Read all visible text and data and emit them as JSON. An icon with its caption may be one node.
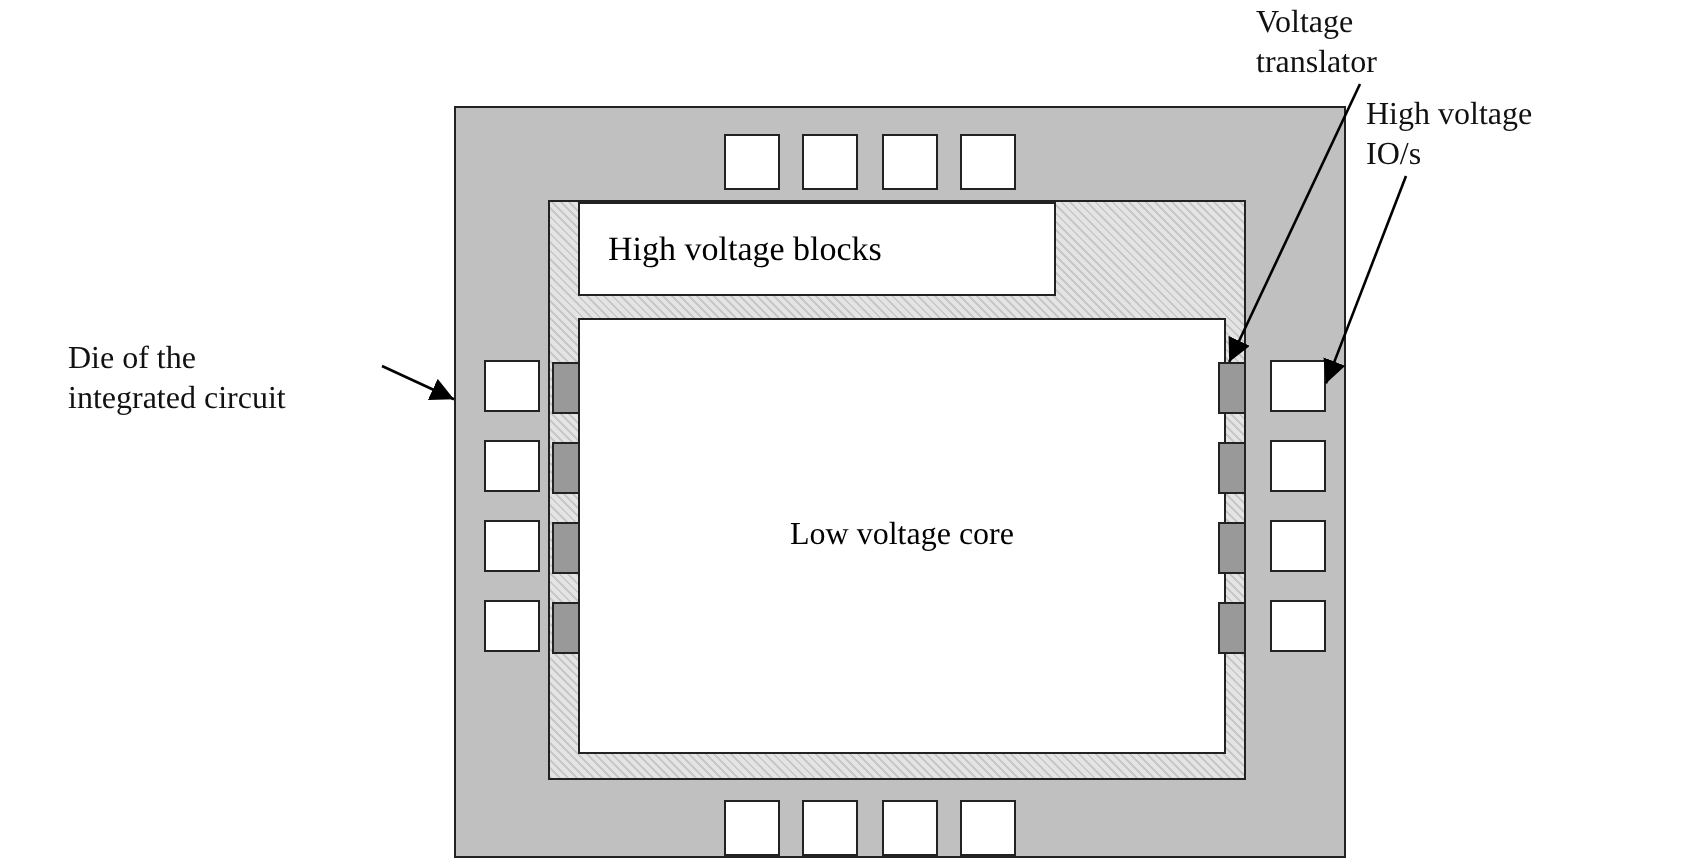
{
  "diagram": {
    "nodes": [
      {
        "text": [],
        "shape": "box"
      },
      {
        "text": [],
        "shape": "box",
        "in": 0
      },
      {
        "text": [
          "High voltage blocks"
        ],
        "in": 1
      },
      {
        "text": [
          "Low voltage core"
        ],
        "in": 1
      },
      {
        "text": [],
        "shape": "box",
        "in": 0
      },
      {
        "text": [],
        "shape": "box",
        "in": 0
      },
      {
        "text": [],
        "shape": "box",
        "in": 0
      },
      {
        "text": [],
        "shape": "box",
        "in": 0
      },
      {
        "text": [],
        "shape": "box",
        "in": 0
      },
      {
        "text": [],
        "shape": "box",
        "in": 0
      },
      {
        "text": [],
        "shape": "box",
        "in": 0
      },
      {
        "text": [],
        "shape": "box",
        "in": 0
      },
      {
        "text": [],
        "shape": "box",
        "in": 1
      },
      {
        "text": [],
        "shape": "box",
        "in": 1
      },
      {
        "text": [],
        "shape": "box",
        "in": 1
      },
      {
        "text": [],
        "shape": "box",
        "in": 1
      },
      {
        "text": [],
        "shape": "box",
        "in": 1
      },
      {
        "text": [],
        "shape": "box",
        "in": 1
      },
      {
        "text": [],
        "shape": "box",
        "in": 1
      },
      {
        "text": [],
        "shape": "box",
        "in": 1
      },
      {
        "text": [],
        "shape": "box",
        "in": 0
      },
      {
        "text": [],
        "shape": "box",
        "in": 0
      },
      {
        "text": [],
        "shape": "box",
        "in": 0
      },
      {
        "text": [],
        "shape": "box",
        "in": 0
      },
      {
        "text": [],
        "shape": "box",
        "in": 0
      },
      {
        "text": [],
        "shape": "box",
        "in": 0
      },
      {
        "text": [],
        "shape": "box",
        "in": 0
      },
      {
        "text": [],
        "shape": "box",
        "in": 0
      },
      {
        "text": [
          "Die of the integrated circuit"
        ]
      },
      {
        "text": [
          "Voltage translator"
        ]
      },
      {
        "text": [
          "High voltage IO/s"
        ]
      }
    ],
    "edges": [
      {
        "from": 28,
        "to": 0,
        "arrow": "to"
      },
      {
        "from": 29,
        "to": 16,
        "arrow": "to"
      },
      {
        "from": 30,
        "to": 20,
        "arrow": "to"
      }
    ]
  }
}
